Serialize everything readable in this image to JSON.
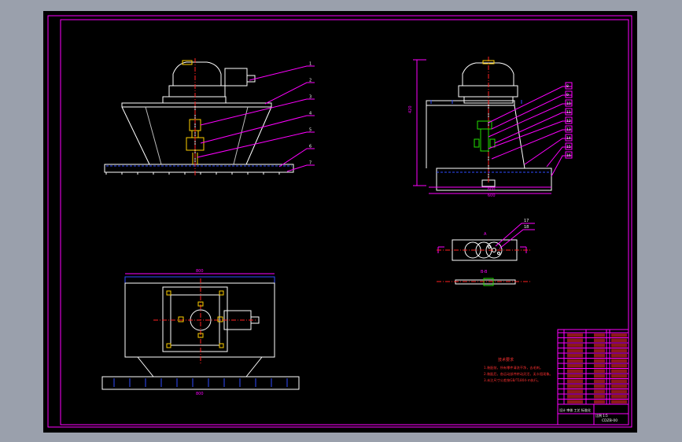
{
  "colors": {
    "background": "#9aa0ac",
    "paper": "#000000",
    "frame": "#ff00ff",
    "line": "#ffffff",
    "leader": "#ff00ff",
    "center": "#ff2020",
    "hidden": "#2f4bff",
    "accent_yellow": "#ffd000",
    "accent_green": "#22e000",
    "text_red": "#ff3030"
  },
  "balloons_front": [
    "1",
    "2",
    "3",
    "4",
    "5",
    "6",
    "7"
  ],
  "balloons_side": [
    "8",
    "9",
    "10",
    "11",
    "12",
    "13",
    "14",
    "15",
    "16"
  ],
  "balloons_detail": [
    "17",
    "18"
  ],
  "section_labels": {
    "section_a": "A",
    "section_b": "B-B"
  },
  "dimensions": {
    "top_width": "800",
    "base_width": "800",
    "side_width_top": "600",
    "side_width_bottom": "600",
    "side_height": "420"
  },
  "notes": {
    "title": "技术要求",
    "lines": [
      "1.装配前，所有零件清洗干净，去毛刺。",
      "2.装配后，各运动部件转动灵活，无卡阻现象。",
      "3.未注尺寸公差按GB/T1804-m执行。"
    ]
  },
  "title_block": {
    "drawing_no": "CDZB-00",
    "bottom_left": "设计 审核 工艺 标准化",
    "bottom_right": "比例 1:5"
  }
}
